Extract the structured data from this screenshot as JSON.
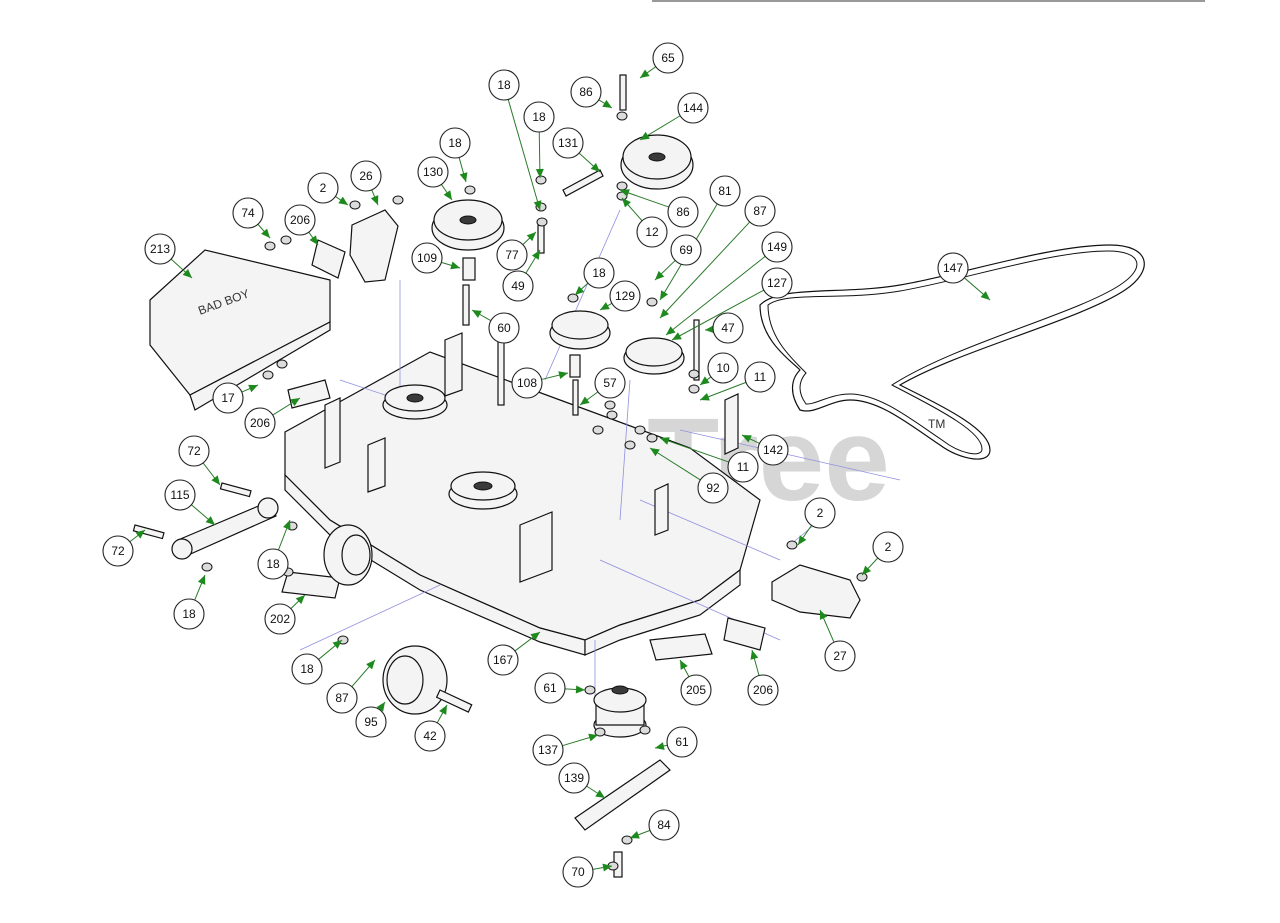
{
  "watermark": {
    "brand": "PartsTree",
    "trademark": "TM"
  },
  "deck_logo": "BAD BOY",
  "callouts": [
    {
      "label": "65"
    },
    {
      "label": "86"
    },
    {
      "label": "144"
    },
    {
      "label": "18"
    },
    {
      "label": "18"
    },
    {
      "label": "131"
    },
    {
      "label": "86"
    },
    {
      "label": "12"
    },
    {
      "label": "18"
    },
    {
      "label": "130"
    },
    {
      "label": "2"
    },
    {
      "label": "26"
    },
    {
      "label": "74"
    },
    {
      "label": "206"
    },
    {
      "label": "213"
    },
    {
      "label": "109"
    },
    {
      "label": "77"
    },
    {
      "label": "49"
    },
    {
      "label": "81"
    },
    {
      "label": "87"
    },
    {
      "label": "149"
    },
    {
      "label": "69"
    },
    {
      "label": "127"
    },
    {
      "label": "147"
    },
    {
      "label": "18"
    },
    {
      "label": "129"
    },
    {
      "label": "60"
    },
    {
      "label": "47"
    },
    {
      "label": "108"
    },
    {
      "label": "57"
    },
    {
      "label": "10"
    },
    {
      "label": "11"
    },
    {
      "label": "17"
    },
    {
      "label": "206"
    },
    {
      "label": "142"
    },
    {
      "label": "11"
    },
    {
      "label": "92"
    },
    {
      "label": "72"
    },
    {
      "label": "115"
    },
    {
      "label": "72"
    },
    {
      "label": "18"
    },
    {
      "label": "18"
    },
    {
      "label": "202"
    },
    {
      "label": "2"
    },
    {
      "label": "2"
    },
    {
      "label": "27"
    },
    {
      "label": "18"
    },
    {
      "label": "87"
    },
    {
      "label": "167"
    },
    {
      "label": "205"
    },
    {
      "label": "206"
    },
    {
      "label": "61"
    },
    {
      "label": "95"
    },
    {
      "label": "42"
    },
    {
      "label": "137"
    },
    {
      "label": "61"
    },
    {
      "label": "139"
    },
    {
      "label": "84"
    },
    {
      "label": "70"
    }
  ]
}
